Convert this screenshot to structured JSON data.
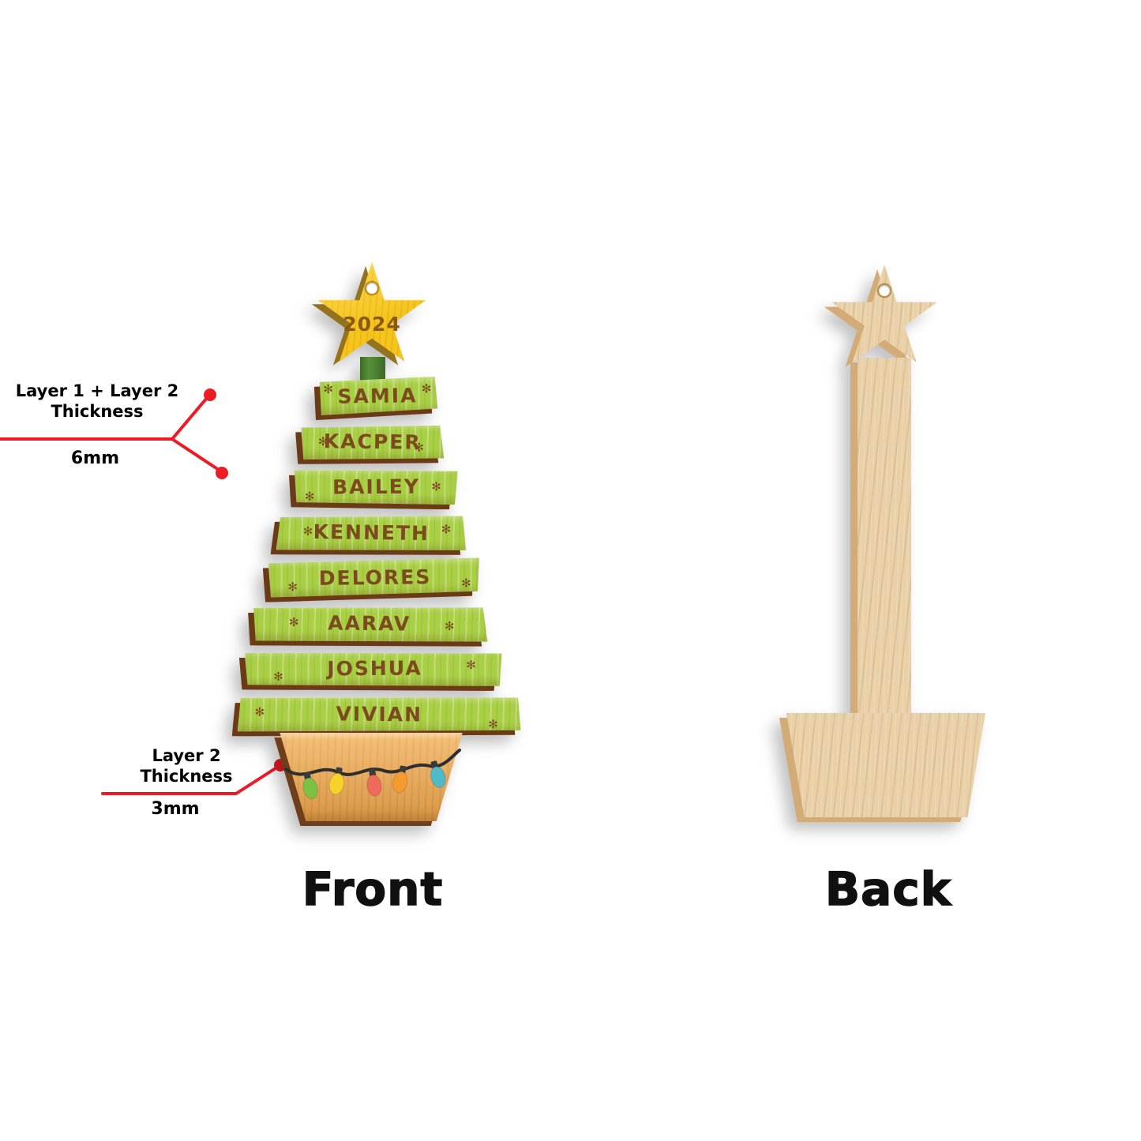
{
  "front": {
    "caption": "Front",
    "star_year": "2024",
    "names": [
      "SAMIA",
      "KACPER",
      "BAILEY",
      "KENNETH",
      "DELORES",
      "AARAV",
      "JOSHUA",
      "VIVIAN"
    ]
  },
  "back": {
    "caption": "Back"
  },
  "annotations": {
    "combined_thickness": {
      "label_line1": "Layer 1 + Layer 2",
      "label_line2": "Thickness",
      "value": "6mm"
    },
    "layer2_thickness": {
      "label_line1": "Layer 2",
      "label_line2": "Thickness",
      "value": "3mm"
    }
  },
  "colors": {
    "accent_red": "#ec1b24",
    "slat_green": "#a9cf45",
    "slat_shadow_brown": "#6b3b18",
    "star_yellow": "#f6c51c",
    "base_orange": "#f0a74e",
    "back_wood_tan": "#e9d0a6",
    "engrave_brown": "#7b4a1e",
    "light_bulbs": [
      "#7cc144",
      "#f6d22b",
      "#ef6a5a",
      "#f59a2e",
      "#4fb8c9"
    ]
  }
}
